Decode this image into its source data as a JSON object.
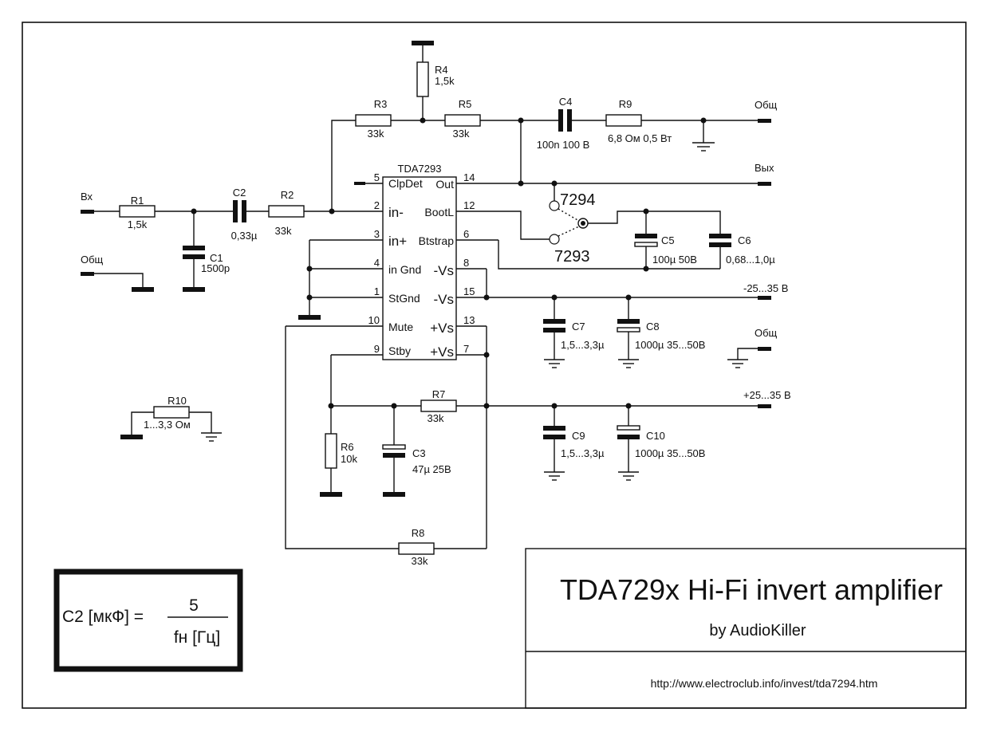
{
  "schematic": {
    "title": "TDA729x Hi-Fi invert amplifier",
    "author": "by AudioKiller",
    "url": "http://www.electroclub.info/invest/tda7294.htm",
    "ic": {
      "name": "TDA7293",
      "left_pins": [
        {
          "num": "5",
          "name": "ClpDet"
        },
        {
          "num": "2",
          "name": "in-"
        },
        {
          "num": "3",
          "name": "in+"
        },
        {
          "num": "4",
          "name": "in Gnd"
        },
        {
          "num": "1",
          "name": "StGnd"
        },
        {
          "num": "10",
          "name": "Mute"
        },
        {
          "num": "9",
          "name": "Stby"
        }
      ],
      "right_pins": [
        {
          "num": "14",
          "name": "Out"
        },
        {
          "num": "12",
          "name": "BootL"
        },
        {
          "num": "6",
          "name": "Btstrap"
        },
        {
          "num": "8",
          "name": "-Vs"
        },
        {
          "num": "15",
          "name": "-Vs"
        },
        {
          "num": "13",
          "name": "+Vs"
        },
        {
          "num": "7",
          "name": "+Vs"
        }
      ]
    },
    "switch": {
      "option_a": "7294",
      "option_b": "7293"
    },
    "components": {
      "R1": {
        "ref": "R1",
        "value": "1,5k"
      },
      "R2": {
        "ref": "R2",
        "value": "33k"
      },
      "R3": {
        "ref": "R3",
        "value": "33k"
      },
      "R4": {
        "ref": "R4",
        "value": "1,5k"
      },
      "R5": {
        "ref": "R5",
        "value": "33k"
      },
      "R6": {
        "ref": "R6",
        "value": "10k"
      },
      "R7": {
        "ref": "R7",
        "value": "33k"
      },
      "R8": {
        "ref": "R8",
        "value": "33k"
      },
      "R9": {
        "ref": "R9",
        "value": "6,8 Ом 0,5 Вт"
      },
      "R10": {
        "ref": "R10",
        "value": "1...3,3 Ом"
      },
      "C1": {
        "ref": "C1",
        "value": "1500p"
      },
      "C2": {
        "ref": "C2",
        "value": "0,33µ"
      },
      "C3": {
        "ref": "C3",
        "value": "47µ 25В"
      },
      "C4": {
        "ref": "C4",
        "value": "100n 100 В"
      },
      "C5": {
        "ref": "C5",
        "value": "100µ 50В"
      },
      "C6": {
        "ref": "C6",
        "value": "0,68...1,0µ"
      },
      "C7": {
        "ref": "C7",
        "value": "1,5...3,3µ"
      },
      "C8": {
        "ref": "C8",
        "value": "1000µ 35...50В"
      },
      "C9": {
        "ref": "C9",
        "value": "1,5...3,3µ"
      },
      "C10": {
        "ref": "C10",
        "value": "1000µ 35...50В"
      }
    },
    "terminals": {
      "input": "Вх",
      "input_common": "Общ",
      "out_common": "Общ",
      "output": "Вых",
      "neg_supply": "-25...35 В",
      "supply_common": "Общ",
      "pos_supply": "+25...35 В"
    },
    "formula": {
      "lhs": "C2 [мкФ] =",
      "numerator": "5",
      "denominator": "fн [Гц]"
    }
  }
}
